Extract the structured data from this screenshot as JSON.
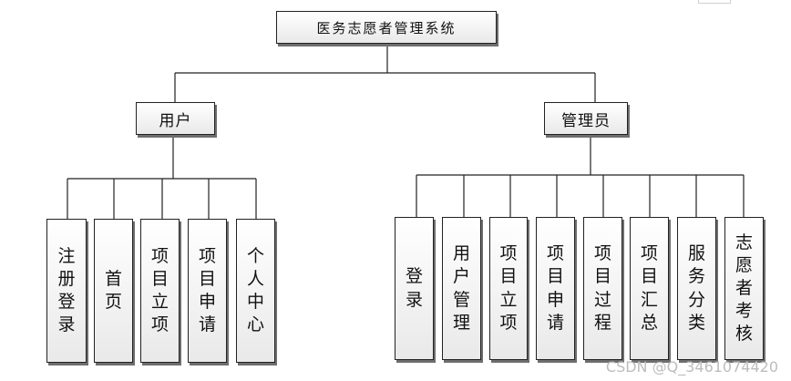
{
  "root": {
    "label": "医务志愿者管理系统"
  },
  "user": {
    "label": "用户",
    "children": [
      "注册登录",
      "首页",
      "项目立项",
      "项目申请",
      "个人中心"
    ]
  },
  "admin": {
    "label": "管理员",
    "children": [
      "登录",
      "用户管理",
      "项目立项",
      "项目申请",
      "项目过程",
      "项目汇总",
      "服务分类",
      "志愿者考核"
    ]
  },
  "watermark": "CSDN @Q_3461074420"
}
